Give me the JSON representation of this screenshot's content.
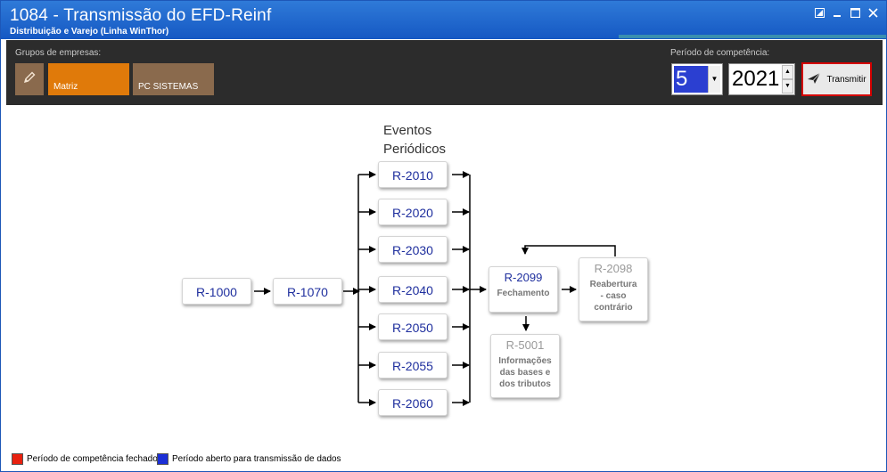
{
  "window": {
    "title": "1084 - Transmissão do EFD-Reinf",
    "subtitle": "Distribuição e Varejo (Linha WinThor)",
    "controls": [
      "restore-icon",
      "minimize-icon",
      "maximize-icon",
      "close-icon"
    ]
  },
  "toolbar": {
    "groups_label": "Grupos de empresas:",
    "edit_icon": "pencil-icon",
    "companies": [
      {
        "label": "Matriz",
        "color": "#e07a0a"
      },
      {
        "label": "PC SISTEMAS",
        "color": "#8a6a4d"
      }
    ],
    "period_label": "Período de competência:",
    "month": "5",
    "year": "2021",
    "transmit_label": "Transmitir",
    "transmit_icon": "paper-plane-icon"
  },
  "diagram": {
    "section_title_line1": "Eventos",
    "section_title_line2": "Periódicos",
    "nodes": {
      "r1000": "R-1000",
      "r1070": "R-1070",
      "r2010": "R-2010",
      "r2020": "R-2020",
      "r2030": "R-2030",
      "r2040": "R-2040",
      "r2050": "R-2050",
      "r2055": "R-2055",
      "r2060": "R-2060",
      "r2099": "R-2099",
      "r2099_sub": "Fechamento",
      "r2098": "R-2098",
      "r2098_sub1": "Reabertura",
      "r2098_sub2": "- caso",
      "r2098_sub3": "contrário",
      "r5001": "R-5001",
      "r5001_sub1": "Informações",
      "r5001_sub2": "das bases e",
      "r5001_sub3": "dos tributos"
    }
  },
  "legend": {
    "closed_label": "Período de competência fechado",
    "closed_color": "#e8210f",
    "open_label": "Período aberto para transmissão de dados",
    "open_color": "#1b2fd6"
  },
  "colors": {
    "titlebar": "#1d62c9",
    "toolbar": "#2c2c2c",
    "node_text": "#1f2f9e",
    "accent_red": "#d40000"
  }
}
